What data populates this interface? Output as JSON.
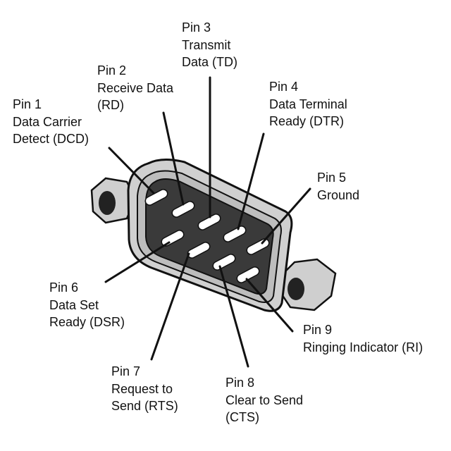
{
  "pins": [
    {
      "lines": [
        "Pin 1",
        "Data Carrier",
        "Detect (DCD)"
      ]
    },
    {
      "lines": [
        "Pin 2",
        "Receive Data",
        "(RD)"
      ]
    },
    {
      "lines": [
        "Pin 3",
        "Transmit",
        "Data (TD)"
      ]
    },
    {
      "lines": [
        "Pin 4",
        "Data Terminal",
        "Ready (DTR)"
      ]
    },
    {
      "lines": [
        "Pin 5",
        "Ground"
      ]
    },
    {
      "lines": [
        "Pin 6",
        "Data Set",
        "Ready (DSR)"
      ]
    },
    {
      "lines": [
        "Pin 7",
        "Request to",
        "Send (RTS)"
      ]
    },
    {
      "lines": [
        "Pin 8",
        "Clear to Send",
        "(CTS)"
      ]
    },
    {
      "lines": [
        "Pin 9",
        "Ringing Indicator (RI)"
      ]
    }
  ],
  "colors": {
    "shell": "#c8c8c8",
    "cavity": "#3a3a3a",
    "pin": "#ffffff",
    "line": "#111111"
  }
}
